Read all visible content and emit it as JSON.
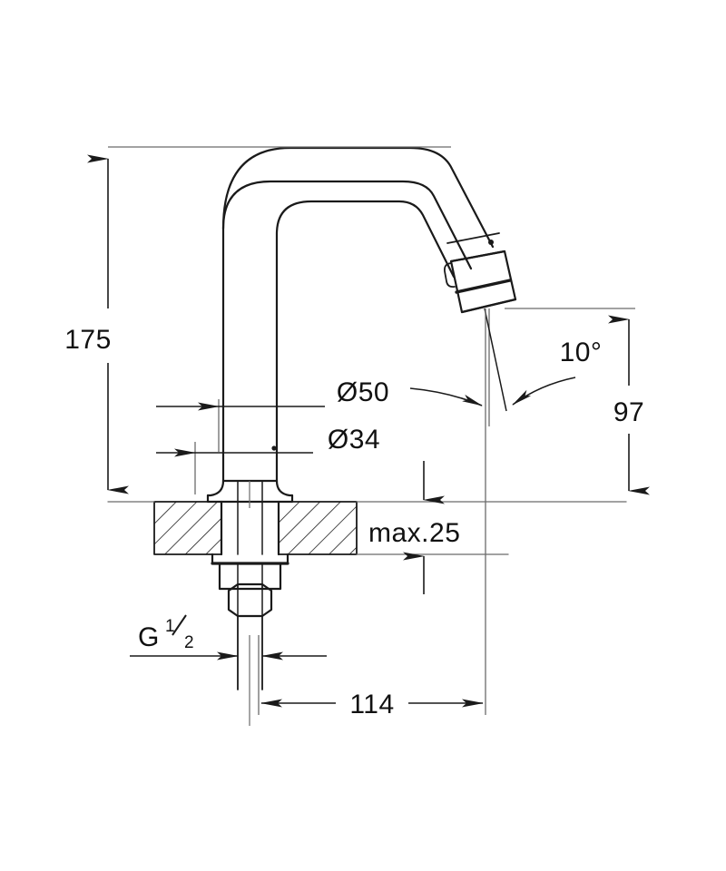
{
  "drawing": {
    "type": "technical-dimension-drawing",
    "subject": "basin pillar tap / faucet sectional elevation",
    "units": "mm",
    "line_color": "#1a1a1a",
    "thin_line_color": "#6b6b6b",
    "background": "#ffffff"
  },
  "dimensions": {
    "height_overall": "175",
    "spout_height": "97",
    "flange_diameter": "Ø50",
    "body_diameter": "Ø34",
    "reach": "114",
    "plate_thickness": "max.25",
    "outlet_angle": "10°",
    "thread": {
      "prefix": "G",
      "numerator": "1",
      "denominator": "2"
    }
  },
  "labels": {
    "height_overall": "175",
    "spout_height": "97",
    "flange_diameter": "Ø50",
    "body_diameter": "Ø34",
    "reach": "114",
    "plate_thickness": "max.25",
    "outlet_angle": "10°",
    "thread_prefix": "G",
    "thread_numerator": "1",
    "thread_denominator": "2"
  }
}
